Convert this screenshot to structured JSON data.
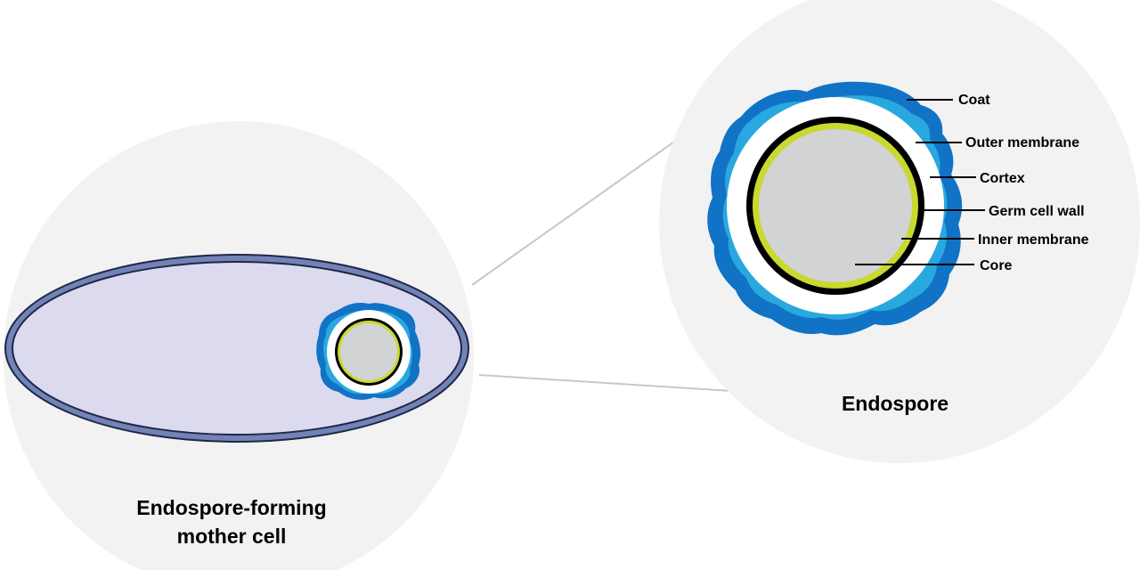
{
  "captions": {
    "mother_cell_line1": "Endospore-forming",
    "mother_cell_line2": "mother cell",
    "endospore": "Endospore"
  },
  "layers": {
    "coat": "Coat",
    "outer_membrane": "Outer membrane",
    "cortex": "Cortex",
    "germ_cell_wall": "Germ cell wall",
    "inner_membrane": "Inner membrane",
    "core": "Core"
  },
  "colors": {
    "background_circle": "#f2f2f2",
    "cell_fill": "#dcdaee",
    "cell_border": "#7283b5",
    "coat_dark_blue": "#1173c5",
    "cortex_light_blue": "#29a8e0",
    "outer_membrane_white": "#ffffff",
    "germ_cell_wall_black": "#000000",
    "inner_membrane_yellow": "#c9d92d",
    "core_grey": "#d2d3d5",
    "connector_line": "#c8c8c8"
  }
}
